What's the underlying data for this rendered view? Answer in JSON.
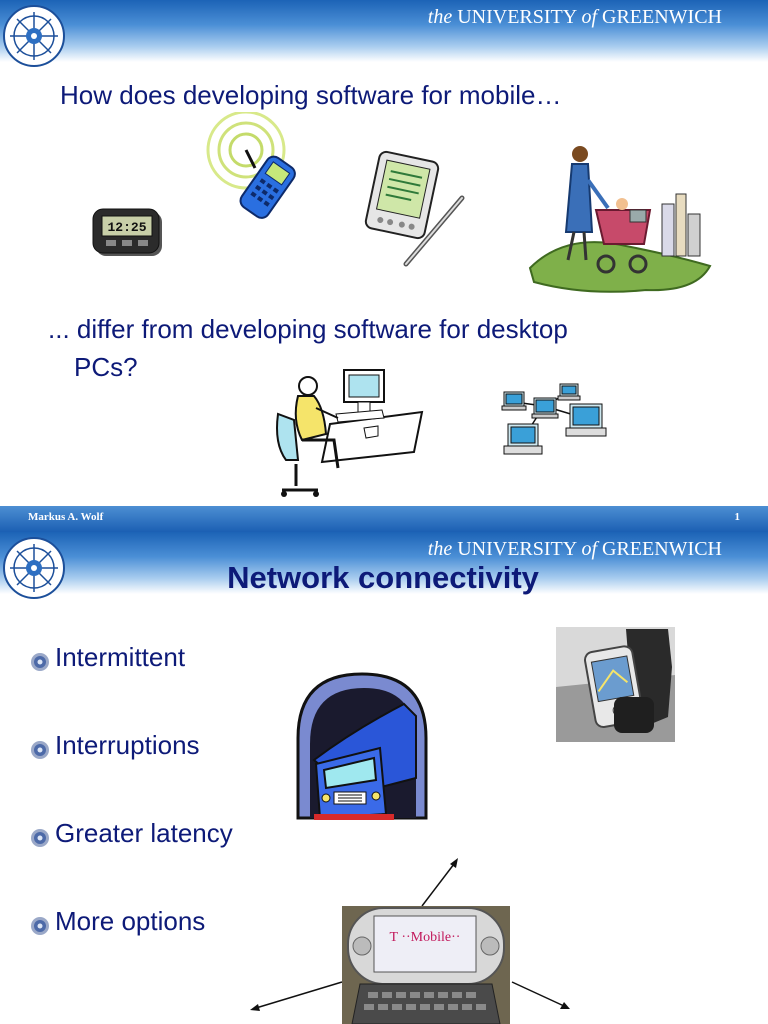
{
  "header": {
    "the": "the",
    "university": "UNIVERSITY",
    "of": "of",
    "greenwich": "GREENWICH"
  },
  "slide1": {
    "question_line1": "How does developing software for mobile…",
    "question_line2a": "... differ from developing software for desktop",
    "question_line2b": "PCs?",
    "pager_time": "12:25",
    "footer": {
      "author": "Markus A. Wolf",
      "page_number": "1"
    }
  },
  "slide2": {
    "title": "Network connectivity",
    "bullets": [
      "Intermittent",
      "Interruptions",
      "Greater latency",
      "More options"
    ],
    "phone_brand": "T ··Mobile··"
  },
  "colors": {
    "header_blue": "#1c63b6",
    "text_navy": "#0d1a78",
    "footer_blue": "#1b5fb3"
  }
}
